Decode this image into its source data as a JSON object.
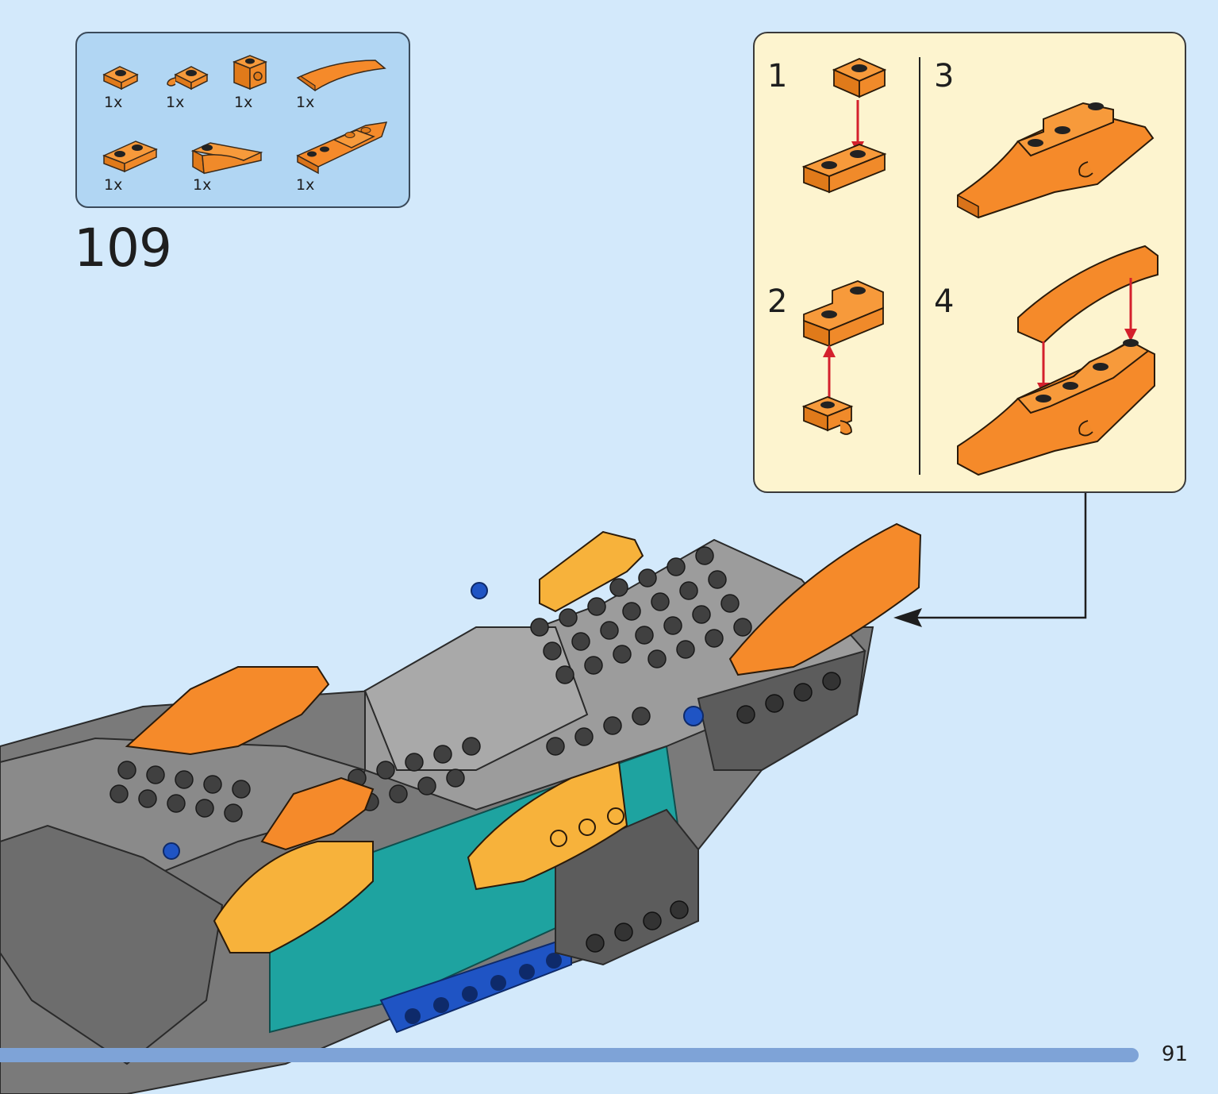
{
  "parts_list": {
    "items": [
      {
        "qty": "1x",
        "part": "plate-1x1-orange-icon"
      },
      {
        "qty": "1x",
        "part": "plate-clip-orange-icon"
      },
      {
        "qty": "1x",
        "part": "brick-1x1-stud-side-orange-icon"
      },
      {
        "qty": "1x",
        "part": "curved-slope-orange-icon"
      },
      {
        "qty": "1x",
        "part": "plate-1x2-orange-icon"
      },
      {
        "qty": "1x",
        "part": "wedge-slope-orange-icon"
      },
      {
        "qty": "1x",
        "part": "wedge-plate-studs-orange-icon"
      }
    ]
  },
  "step": {
    "number": "109"
  },
  "sub_assembly": {
    "steps": [
      "1",
      "2",
      "3",
      "4"
    ]
  },
  "footer": {
    "page_number": "91",
    "progress": 0.935
  },
  "colors": {
    "background": "#d3e9fb",
    "parts_box": "#b1d6f3",
    "sub_box": "#fdf4cf",
    "orange": "#f58a2a",
    "gray": "#9c9c9c",
    "dark_gray": "#5c5c5c",
    "teal": "#1ea3a0",
    "blue": "#1f54c4",
    "arrow_red": "#d4202c",
    "progress": "#7ea3d7"
  }
}
